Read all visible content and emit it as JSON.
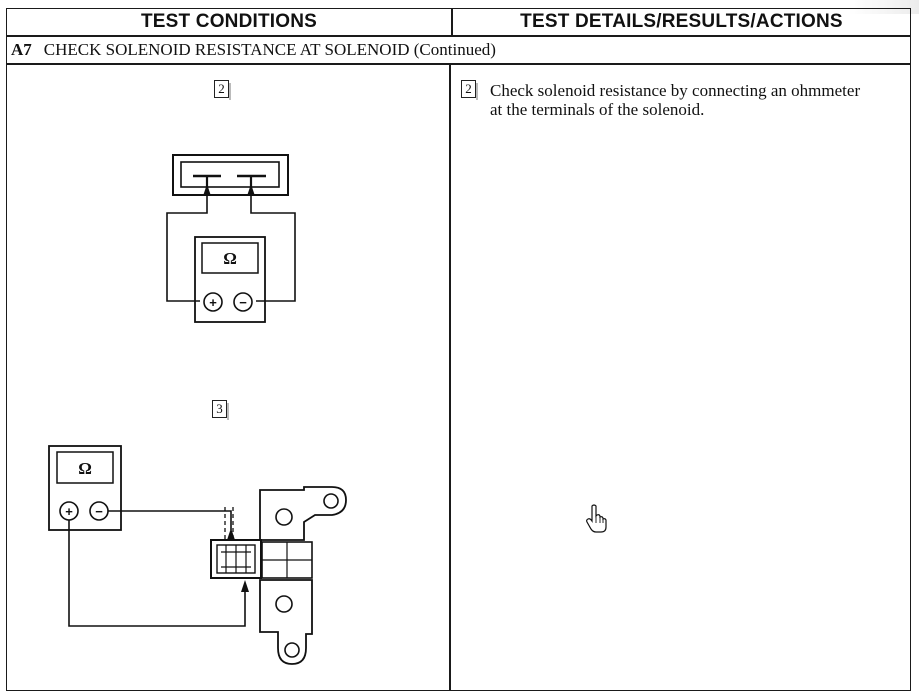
{
  "header": {
    "left_title": "TEST CONDITIONS",
    "right_title": "TEST DETAILS/RESULTS/ACTIONS"
  },
  "section": {
    "code": "A7",
    "title": "CHECK SOLENOID RESISTANCE AT SOLENOID (Continued)"
  },
  "figures": [
    {
      "step": "2",
      "meter_symbol": "Ω",
      "plus": "+",
      "minus": "−"
    },
    {
      "step": "3",
      "meter_symbol": "Ω",
      "plus": "+",
      "minus": "−"
    }
  ],
  "details": [
    {
      "step": "2",
      "text": "Check solenoid resistance by connecting an ohmmeter at the terminals of the solenoid."
    }
  ],
  "icons": {
    "cursor": "hand-pointer-icon"
  }
}
